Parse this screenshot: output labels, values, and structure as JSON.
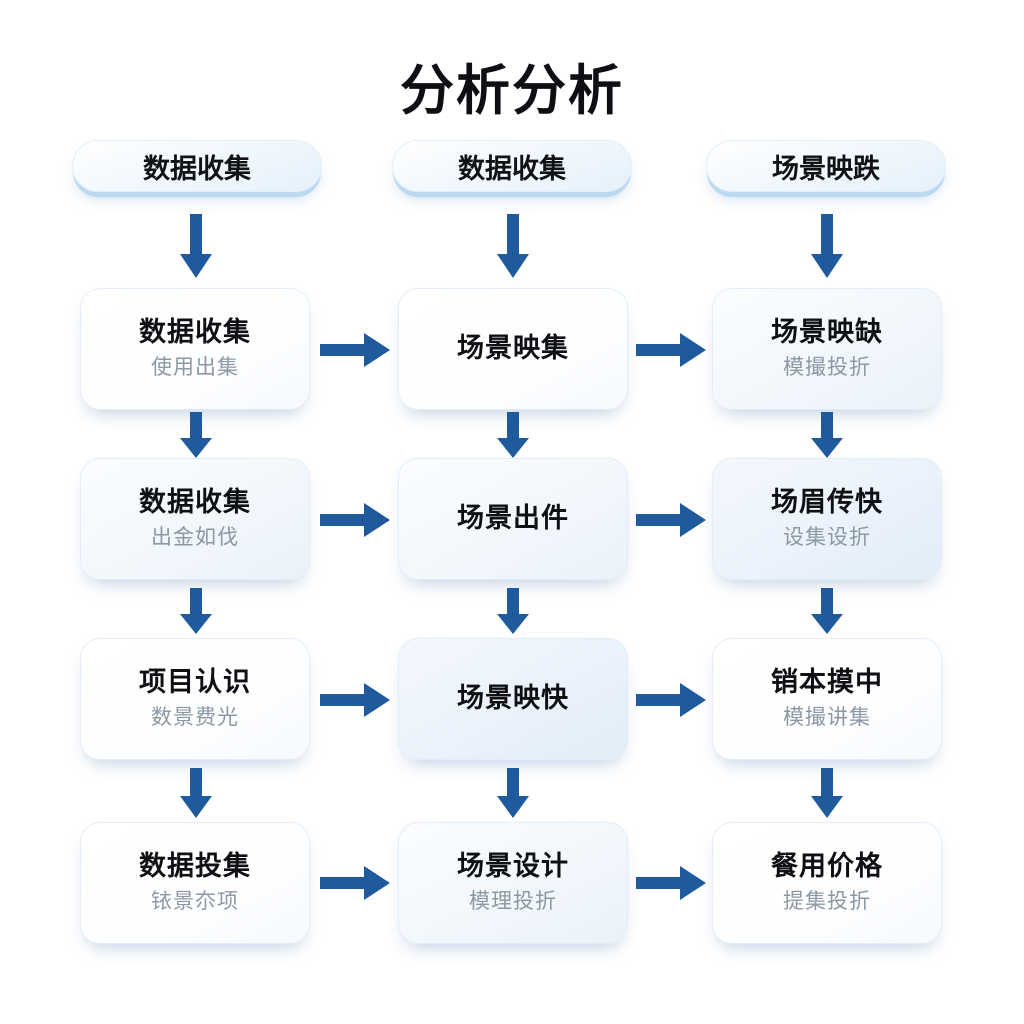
{
  "title": "分析分析",
  "accent_color": "#1e5a9c",
  "subtitle_color": "#8d98a5",
  "columns": [
    {
      "header": "数据收集"
    },
    {
      "header": "数据收集"
    },
    {
      "header": "场景映跌"
    }
  ],
  "cards": [
    {
      "id": "a1",
      "title": "数据收集",
      "subtitle": "使用出集"
    },
    {
      "id": "b1",
      "title": "场景映集",
      "subtitle": ""
    },
    {
      "id": "c1",
      "title": "场景映缺",
      "subtitle": "模撮投折"
    },
    {
      "id": "a2",
      "title": "数据收集",
      "subtitle": "出金如伐"
    },
    {
      "id": "b2",
      "title": "场景出件",
      "subtitle": ""
    },
    {
      "id": "c2",
      "title": "场眉传快",
      "subtitle": "设集设折"
    },
    {
      "id": "a3",
      "title": "项目认识",
      "subtitle": "数景费光"
    },
    {
      "id": "b3",
      "title": "场景映快",
      "subtitle": ""
    },
    {
      "id": "c3",
      "title": "销本摸中",
      "subtitle": "模撮讲集"
    },
    {
      "id": "a4",
      "title": "数据投集",
      "subtitle": "铱景夵项"
    },
    {
      "id": "b4",
      "title": "场景设计",
      "subtitle": "模理投折"
    },
    {
      "id": "c4",
      "title": "餐用价格",
      "subtitle": "提集投折"
    }
  ],
  "arrows": {
    "down_icon": "arrow-down-icon",
    "right_icon": "arrow-right-icon",
    "down_count": 12,
    "right_count": 8
  }
}
